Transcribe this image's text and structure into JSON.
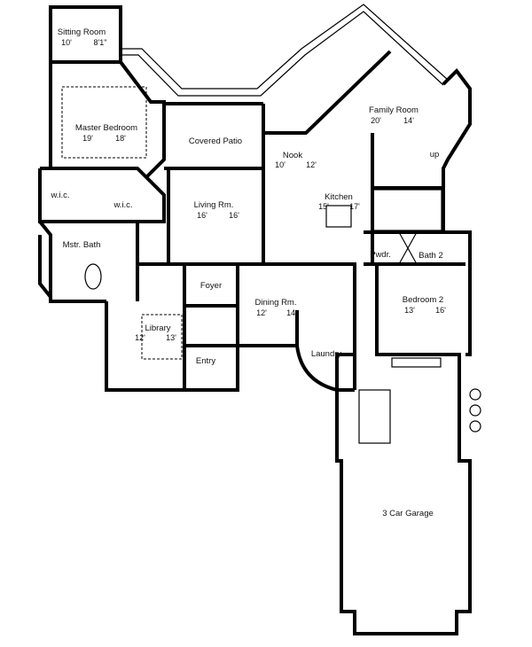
{
  "rooms": [
    {
      "name": "Sitting Room",
      "dims": [
        "10'",
        "8'1\""
      ]
    },
    {
      "name": "Master Bedroom",
      "dims": [
        "19'",
        "18'"
      ]
    },
    {
      "name": "Covered Patio",
      "dims": []
    },
    {
      "name": "Family Room",
      "dims": [
        "20'",
        "14'"
      ]
    },
    {
      "name": "Nook",
      "dims": [
        "10'",
        "12'"
      ]
    },
    {
      "name": "Kitchen",
      "dims": [
        "15'",
        "17'"
      ]
    },
    {
      "name": "Living Rm.",
      "dims": [
        "16'",
        "16'"
      ]
    },
    {
      "name": "w.i.c.",
      "dims": []
    },
    {
      "name": "w.i.c.",
      "dims": []
    },
    {
      "name": "Mstr. Bath",
      "dims": []
    },
    {
      "name": "Foyer",
      "dims": []
    },
    {
      "name": "Dining Rm.",
      "dims": [
        "12'",
        "14'"
      ]
    },
    {
      "name": "Library",
      "dims": [
        "12'",
        "13'"
      ]
    },
    {
      "name": "Entry",
      "dims": []
    },
    {
      "name": "Laundry",
      "dims": []
    },
    {
      "name": "Pwdr.",
      "dims": []
    },
    {
      "name": "Bath 2",
      "dims": []
    },
    {
      "name": "Bedroom 2",
      "dims": [
        "13'",
        "16'"
      ]
    },
    {
      "name": "3 Car Garage",
      "dims": []
    }
  ],
  "stairs_label": "up"
}
